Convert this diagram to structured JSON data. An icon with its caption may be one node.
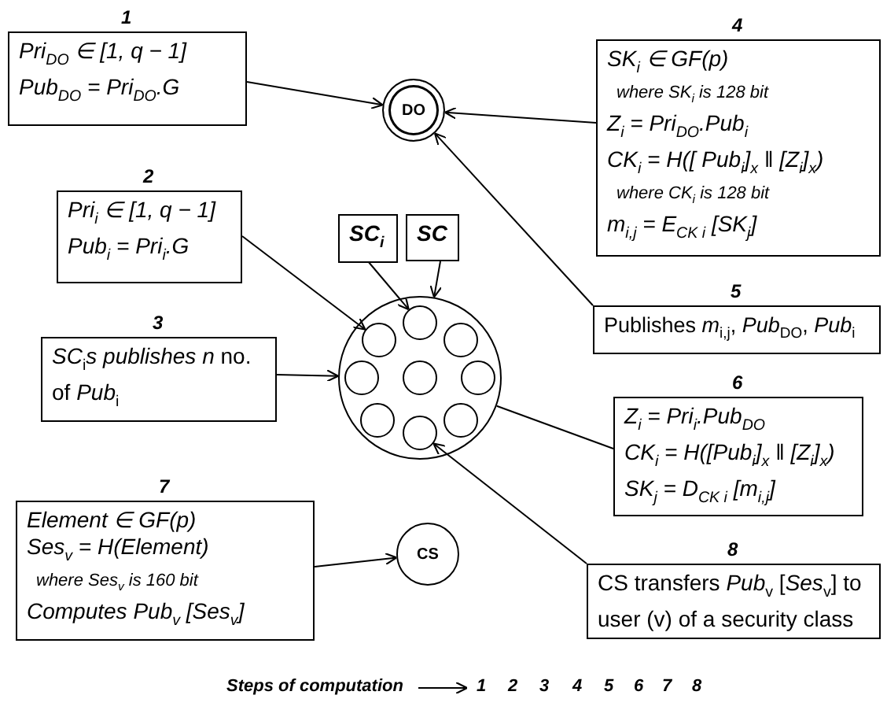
{
  "diagram": {
    "nodes": [
      {
        "text": [
          "Pri$_{DO}$ ∈ [1, q − 1]",
          "Pub$_{DO}$ = Pri$_{DO}$.G"
        ],
        "beside": [
          "1"
        ]
      },
      {
        "text": [
          "SK$_{i}$ ∈ GF(p)",
          "where SK$_{i}$ is 128 bit",
          "Z$_{i}$ = Pri$_{DO}$.Pub$_{i}$",
          "CK$_{i}$ =  H([ Pub$_{i}$]$_{x}$ ‖ [Z$_{i}$]$_{x}$)",
          "where CK$_{i}$ is 128 bit",
          "m$_{i,j}$ = E$_{CK i}$ [SK$_{j}$]"
        ],
        "beside": [
          "4"
        ]
      },
      {
        "text": [
          "DO"
        ]
      },
      {
        "text": [
          "Pri$_{i}$ ∈ [1, q − 1]",
          "Pub$_{i}$ = Pri$_{i}$.G"
        ],
        "beside": [
          "2"
        ]
      },
      {
        "text": [
          "SC$_{i}$"
        ]
      },
      {
        "text": [
          "SC"
        ]
      },
      {
        "text": [
          "Publishes *m*$_{i,j}$, *Pub*$_{DO}$, *Pub*$_{i}$"
        ],
        "beside": [
          "5"
        ]
      },
      {
        "text": [],
        "shape": "circle"
      },
      {
        "text": [],
        "shape": "circle",
        "in": 7
      },
      {
        "text": [],
        "shape": "circle",
        "in": 7
      },
      {
        "text": [],
        "shape": "circle",
        "in": 7
      },
      {
        "text": [],
        "shape": "circle",
        "in": 7
      },
      {
        "text": [],
        "shape": "circle",
        "in": 7
      },
      {
        "text": [],
        "shape": "circle",
        "in": 7
      },
      {
        "text": [],
        "shape": "circle",
        "in": 7
      },
      {
        "text": [],
        "shape": "circle",
        "in": 7
      },
      {
        "text": [],
        "shape": "circle",
        "in": 7
      },
      {
        "text": [
          "*SC*$_{i}$*s  publishes n* no. of  *Pub*$_{i}$"
        ],
        "beside": [
          "3"
        ]
      },
      {
        "text": [
          "Z$_{i}$ = Pri$_{i}$.Pub$_{DO}$",
          "CK$_{i}$ =  H([Pub$_{i}$]$_{x}$ ‖ [Z$_{i}$]$_{x}$)",
          "SK$_{j}$ = D$_{CK i}$ [m$_{i,j}$]"
        ],
        "beside": [
          "6"
        ]
      },
      {
        "text": [
          "Element  ∈ GF(p)",
          "Ses$_{v}$ =  H(Element)",
          "where Ses$_{v}$  is 160 bit",
          "Computes  Pub$_{v}$ [Ses$_{v}$]"
        ],
        "beside": [
          "7"
        ]
      },
      {
        "text": [
          "CS"
        ]
      },
      {
        "text": [
          "CS  transfers *Pub*$_{v}$ [*Ses*$_{v}$] to user (v) of a security class"
        ],
        "beside": [
          "8"
        ]
      }
    ],
    "edges": [
      {
        "from": 0,
        "to": 2,
        "arrow": "to"
      },
      {
        "from": 1,
        "to": 2,
        "arrow": "to"
      },
      {
        "from": 6,
        "to": 2,
        "arrow": "to"
      },
      {
        "from": 3,
        "to": 9,
        "arrow": "to"
      },
      {
        "from": 4,
        "to": 8,
        "arrow": "to"
      },
      {
        "from": 5,
        "to": 7,
        "arrow": "to"
      },
      {
        "from": 17,
        "to": 7,
        "arrow": "to"
      },
      {
        "from": 18,
        "to": 7,
        "arrow": "none"
      },
      {
        "from": 21,
        "to": 16,
        "arrow": "to"
      },
      {
        "from": 19,
        "to": 20,
        "arrow": "to"
      }
    ],
    "labels": [
      "Steps of computation",
      "1",
      "2",
      "3",
      "4",
      "5",
      "6",
      "7",
      "8"
    ]
  }
}
